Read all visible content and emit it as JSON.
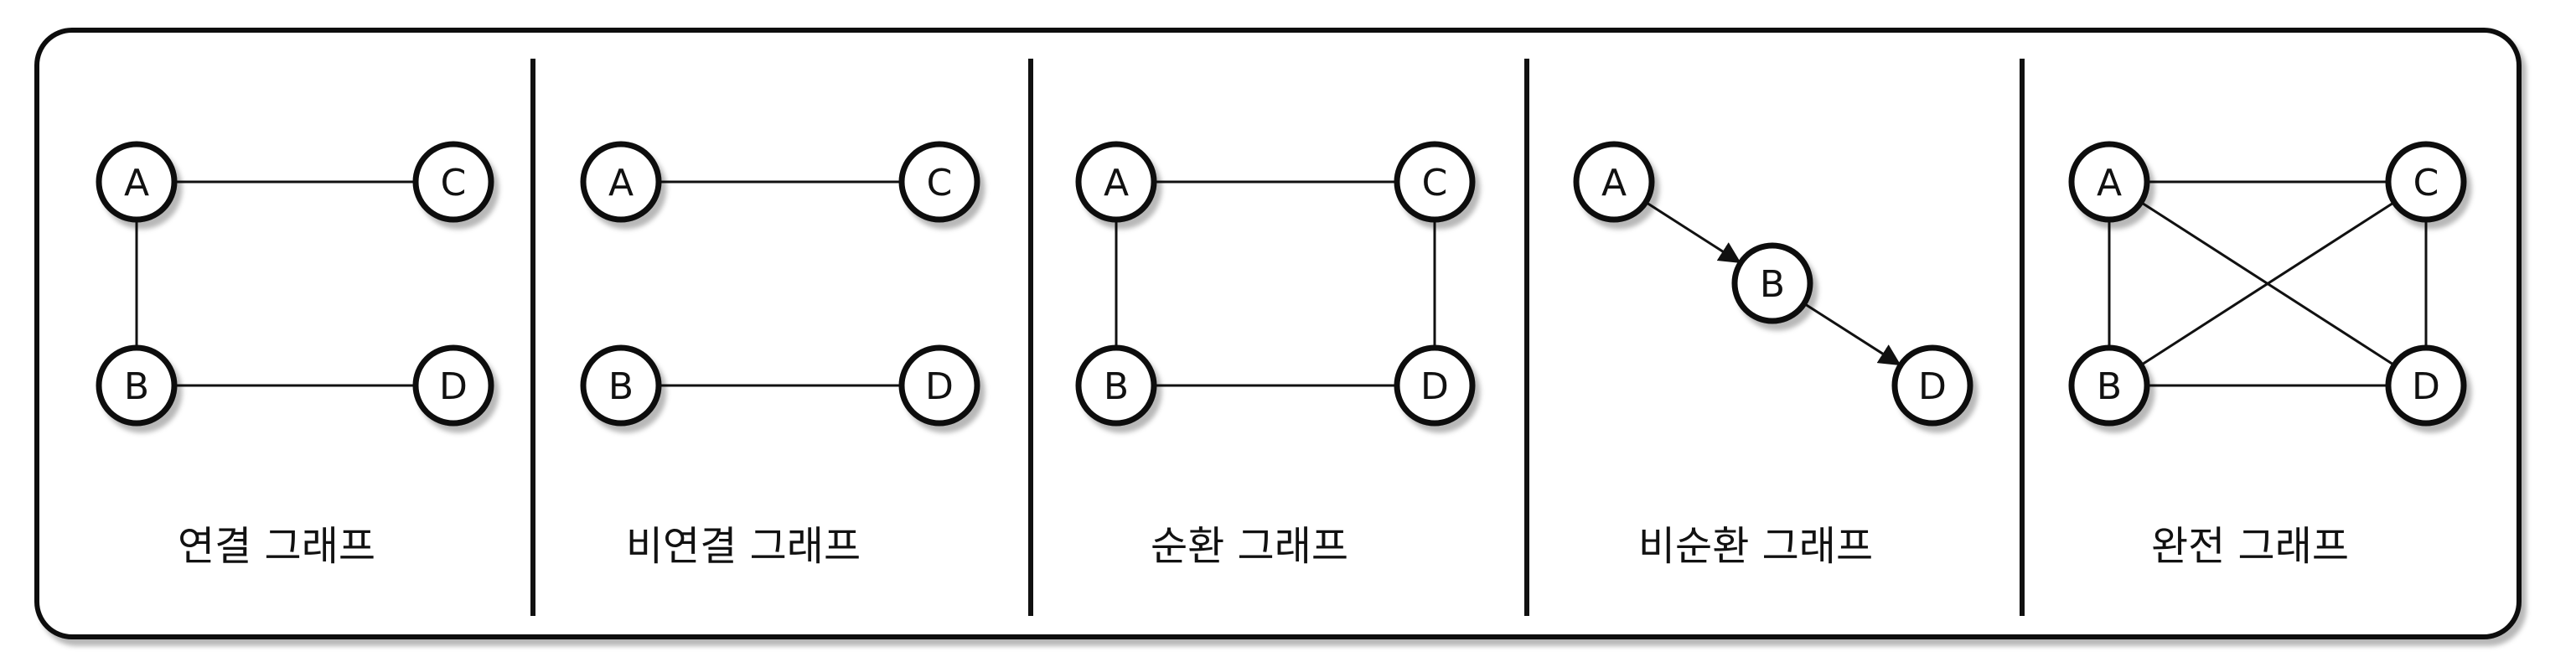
{
  "panels": [
    {
      "id": "connected",
      "title": "연결 그래프",
      "nodes": [
        "A",
        "C",
        "B",
        "D"
      ],
      "edges": [
        [
          "A",
          "C"
        ],
        [
          "A",
          "B"
        ],
        [
          "B",
          "D"
        ]
      ],
      "directed": false
    },
    {
      "id": "disconnected",
      "title": "비연결 그래프",
      "nodes": [
        "A",
        "C",
        "B",
        "D"
      ],
      "edges": [
        [
          "A",
          "C"
        ],
        [
          "B",
          "D"
        ]
      ],
      "directed": false
    },
    {
      "id": "cyclic",
      "title": "순환 그래프",
      "nodes": [
        "A",
        "C",
        "B",
        "D"
      ],
      "edges": [
        [
          "A",
          "C"
        ],
        [
          "A",
          "B"
        ],
        [
          "C",
          "D"
        ],
        [
          "B",
          "D"
        ]
      ],
      "directed": false
    },
    {
      "id": "acyclic",
      "title": "비순환 그래프",
      "nodes": [
        "A",
        "B",
        "D"
      ],
      "edges": [
        [
          "A",
          "B"
        ],
        [
          "B",
          "D"
        ]
      ],
      "directed": true
    },
    {
      "id": "complete",
      "title": "완전 그래프",
      "nodes": [
        "A",
        "C",
        "B",
        "D"
      ],
      "edges": [
        [
          "A",
          "C"
        ],
        [
          "A",
          "B"
        ],
        [
          "A",
          "D"
        ],
        [
          "C",
          "B"
        ],
        [
          "C",
          "D"
        ],
        [
          "B",
          "D"
        ]
      ],
      "directed": false
    }
  ]
}
